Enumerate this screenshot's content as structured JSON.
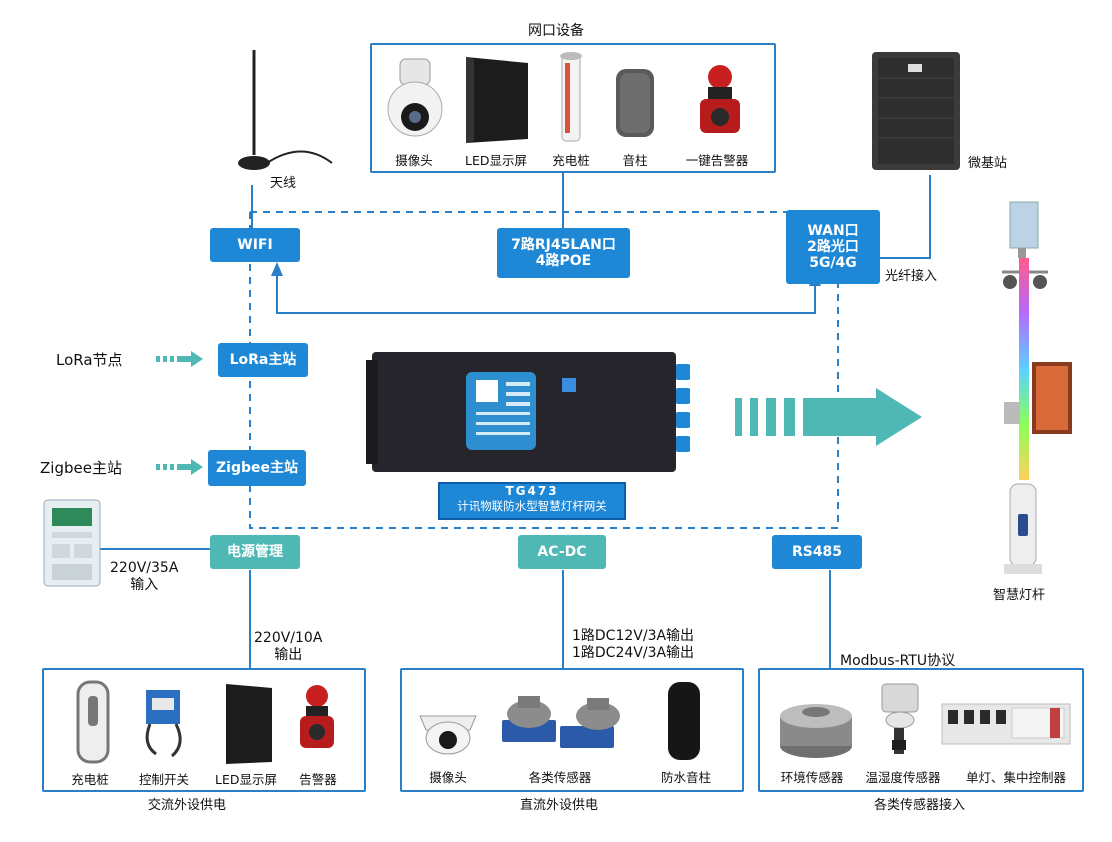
{
  "top_group": {
    "title": "网口设备",
    "items": [
      "摄像头",
      "LED显示屏",
      "充电桩",
      "音柱",
      "一键告警器"
    ]
  },
  "antenna_label": "天线",
  "micro_base_station_label": "微基站",
  "fiber_label": "光纤接入",
  "smart_pole_label": "智慧灯杆",
  "wifi_tag": "WIFI",
  "lan_tag": [
    "7路RJ45LAN口",
    "4路POE"
  ],
  "wan_tag": [
    "WAN口",
    "2路光口",
    "5G/4G"
  ],
  "lora_node_label": "LoRa节点",
  "lora_tag": "LoRa主站",
  "zigbee_left_label": "Zigbee主站",
  "zigbee_tag": "Zigbee主站",
  "gateway": {
    "model": "TG473",
    "name": "计讯物联防水型智慧灯杆网关"
  },
  "power_tag": "电源管理",
  "acdc_tag": "AC-DC",
  "rs485_tag": "RS485",
  "meter_input_label": [
    "220V/35A",
    "输入"
  ],
  "ac_output_label": [
    "220V/10A",
    "输出"
  ],
  "dc_output_label": [
    "1路DC12V/3A输出",
    "1路DC24V/3A输出"
  ],
  "modbus_label": "Modbus-RTU协议",
  "bottom_left_group": {
    "title": "交流外设供电",
    "items": [
      "充电桩",
      "控制开关",
      "LED显示屏",
      "告警器"
    ]
  },
  "bottom_mid_group": {
    "title": "直流外设供电",
    "items": [
      "摄像头",
      "各类传感器",
      "防水音柱"
    ]
  },
  "bottom_right_group": {
    "title": "各类传感器接入",
    "items": [
      "环境传感器",
      "温湿度传感器",
      "单灯、集中控制器"
    ]
  },
  "colors": {
    "blue_tag": "#1e88d6",
    "teal_tag": "#4fb8b4",
    "frame": "#2a7fc9",
    "dashed": "#2a7fc9",
    "arrow": "#4fb8b4"
  }
}
